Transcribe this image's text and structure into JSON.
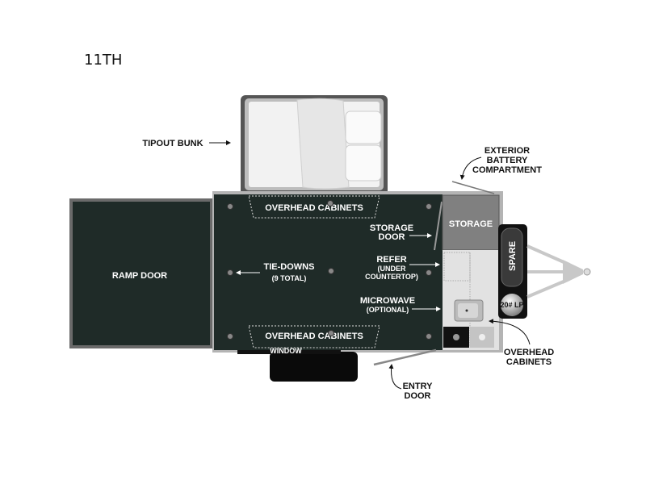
{
  "title": "11TH",
  "labels": {
    "tipout_bunk": "TIPOUT BUNK",
    "ramp_door": "RAMP DOOR",
    "overhead_cabinets_top": "OVERHEAD CABINETS",
    "overhead_cabinets_bottom": "OVERHEAD CABINETS",
    "tie_downs": "TIE-DOWNS",
    "tie_downs_count": "(9 TOTAL)",
    "storage_door_1": "STORAGE",
    "storage_door_2": "DOOR",
    "refer": "REFER",
    "refer_sub_1": "(UNDER",
    "refer_sub_2": "COUNTERTOP)",
    "microwave": "MICROWAVE",
    "microwave_sub": "(OPTIONAL)",
    "storage": "STORAGE",
    "spare": "SPARE",
    "lp": "20# LP",
    "window": "WINDOW",
    "battery_1": "EXTERIOR",
    "battery_2": "BATTERY",
    "battery_3": "COMPARTMENT",
    "overhead_right_1": "OVERHEAD",
    "overhead_right_2": "CABINETS",
    "entry_1": "ENTRY",
    "entry_2": "DOOR"
  },
  "colors": {
    "floor": "#1f2b28",
    "wall": "#b4b4b4",
    "storage": "#808080",
    "counter": "#e2e2e2"
  }
}
